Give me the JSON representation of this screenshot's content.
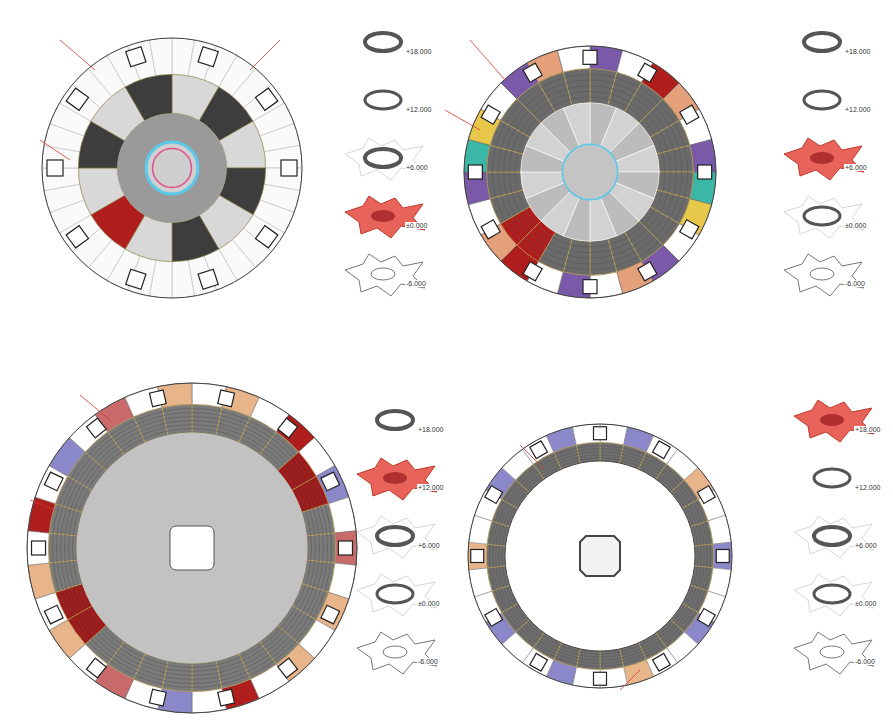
{
  "diagram": {
    "labels": [
      "+18.000",
      "+12.000",
      "+6.000",
      "±0.000",
      "-6.000",
      "+18.000",
      "+12.000",
      "+6.000",
      "±0.000",
      "-6.000",
      "+18.000",
      "+12.000",
      "+6.000",
      "±0.000",
      "-6.000",
      "+18.000",
      "+12.000",
      "+6.000",
      "±0.000",
      "-6.000"
    ]
  }
}
